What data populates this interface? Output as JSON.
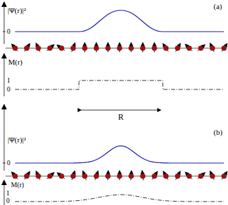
{
  "diagram": {
    "labels": [
      "(a)",
      "|Ψ(r)|²",
      "0",
      "M(r)",
      "1",
      "0",
      "R",
      "(b)",
      "|Ψ(r)|²",
      "0",
      "M(r)",
      "1",
      "0"
    ]
  }
}
